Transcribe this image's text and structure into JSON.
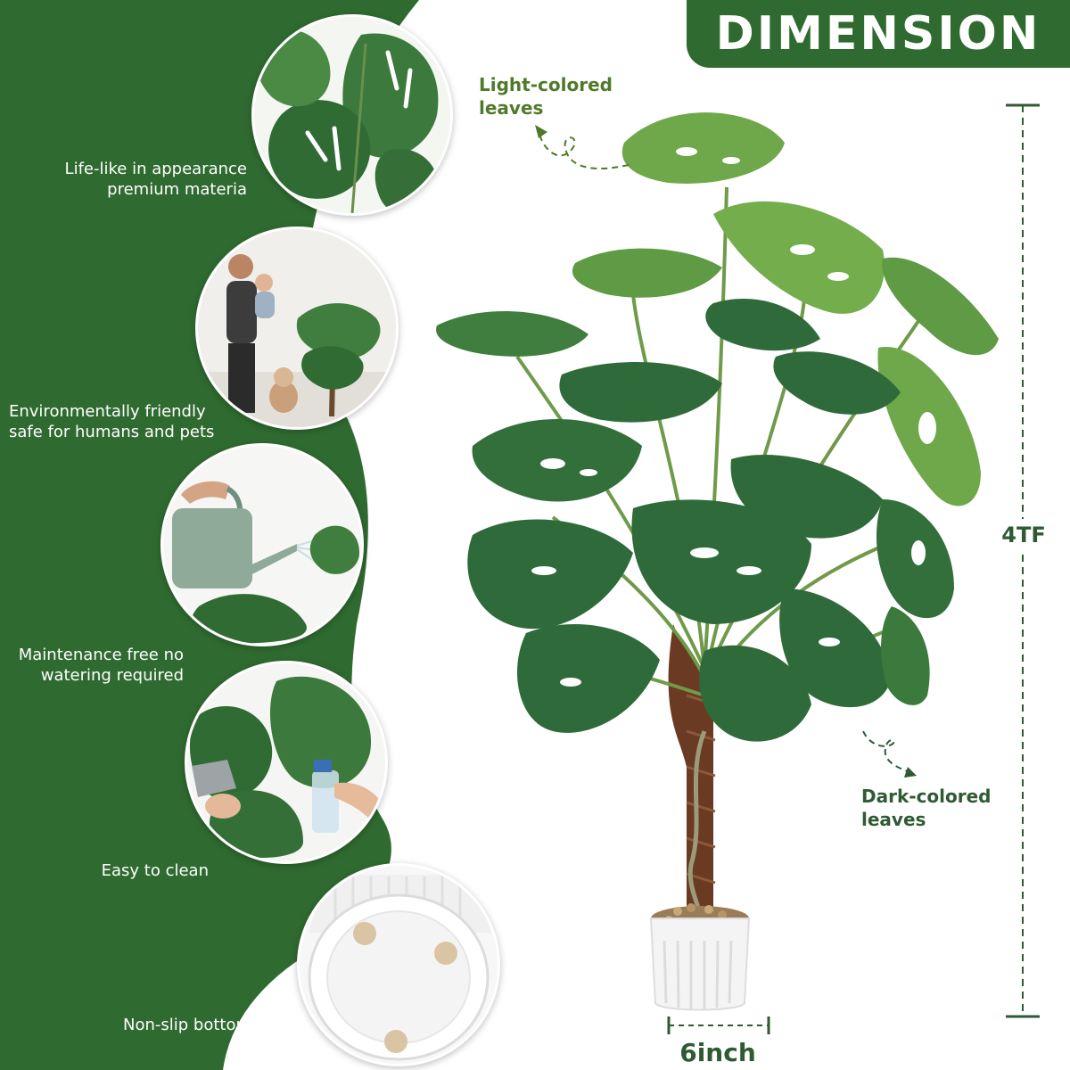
{
  "colors": {
    "brand_green": "#2f6b30",
    "light_leaf": "#6fa84a",
    "dark_leaf": "#2f6b3a",
    "annotation_text": "#4f7a2a"
  },
  "banner": {
    "title": "DIMENSION"
  },
  "features": [
    {
      "label": "Life-like in appearance\npremium  materia",
      "image": "monstera-leaves-closeup"
    },
    {
      "label": "Environmentally friendly\nsafe for humans and pets",
      "image": "man-holding-baby-with-dog"
    },
    {
      "label": "Maintenance free no\nwatering required",
      "image": "watering-can"
    },
    {
      "label": "Easy to clean",
      "image": "wiping-leaf-spray-bottle"
    },
    {
      "label": "Non-slip bottom pad",
      "image": "pot-bottom-pads"
    }
  ],
  "annotations": {
    "light_leaves": "Light-colored\nleaves",
    "dark_leaves": "Dark-colored\nleaves"
  },
  "dimensions": {
    "height": "4TF",
    "width": "6inch"
  }
}
